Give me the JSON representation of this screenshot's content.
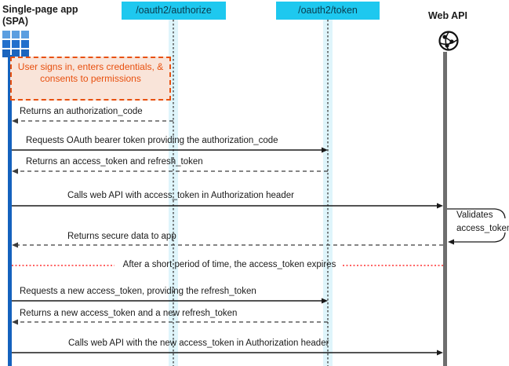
{
  "actors": {
    "spa": {
      "name_line1": "Single-page app",
      "name_line2": "(SPA)"
    },
    "authorize_endpoint": {
      "label": "/oauth2/authorize"
    },
    "token_endpoint": {
      "label": "/oauth2/token"
    },
    "web_api": {
      "label": "Web API"
    }
  },
  "icons": {
    "spa_icon": "app-grid-icon",
    "web_api_icon": "globe-network-icon"
  },
  "note": {
    "text": "User signs in, enters credentials, & consents to permissions"
  },
  "messages": [
    {
      "label": "Returns an authorization_code",
      "from": "/oauth2/authorize",
      "to": "SPA",
      "style": "dashed-return"
    },
    {
      "label": "Requests OAuth bearer token providing the authorization_code",
      "from": "SPA",
      "to": "/oauth2/token",
      "style": "solid-call"
    },
    {
      "label": "Returns an access_token and refresh_token",
      "from": "/oauth2/token",
      "to": "SPA",
      "style": "dashed-return"
    },
    {
      "label": "Calls web API with access_token in Authorization header",
      "from": "SPA",
      "to": "Web API",
      "style": "solid-call"
    },
    {
      "label": "Returns secure data to app",
      "from": "Web API",
      "to": "SPA",
      "style": "dashed-return"
    },
    {
      "label": "Requests a new access_token, providing the refresh_token",
      "from": "SPA",
      "to": "/oauth2/token",
      "style": "solid-call"
    },
    {
      "label": "Returns a new access_token and a new refresh_token",
      "from": "/oauth2/token",
      "to": "SPA",
      "style": "dashed-return"
    },
    {
      "label": "Calls web API with the new access_token in Authorization header",
      "from": "SPA",
      "to": "Web API",
      "style": "solid-call"
    }
  ],
  "self_note": {
    "line1": "Validates",
    "line2": "access_token"
  },
  "separator": {
    "text": "After a short period of time, the access_token expires"
  },
  "colors": {
    "endpoint_box": "#1EC8EF",
    "endpoint_text": "#0A3B4D",
    "lifeline_band": "#DFF5FB",
    "spa_bar": "#1462BE",
    "api_bar": "#6E6E6E",
    "note_fill": "#F9E4D9",
    "note_accent": "#E8500F",
    "separator_line": "#FF3030",
    "arrow": "#1A1A1A"
  }
}
